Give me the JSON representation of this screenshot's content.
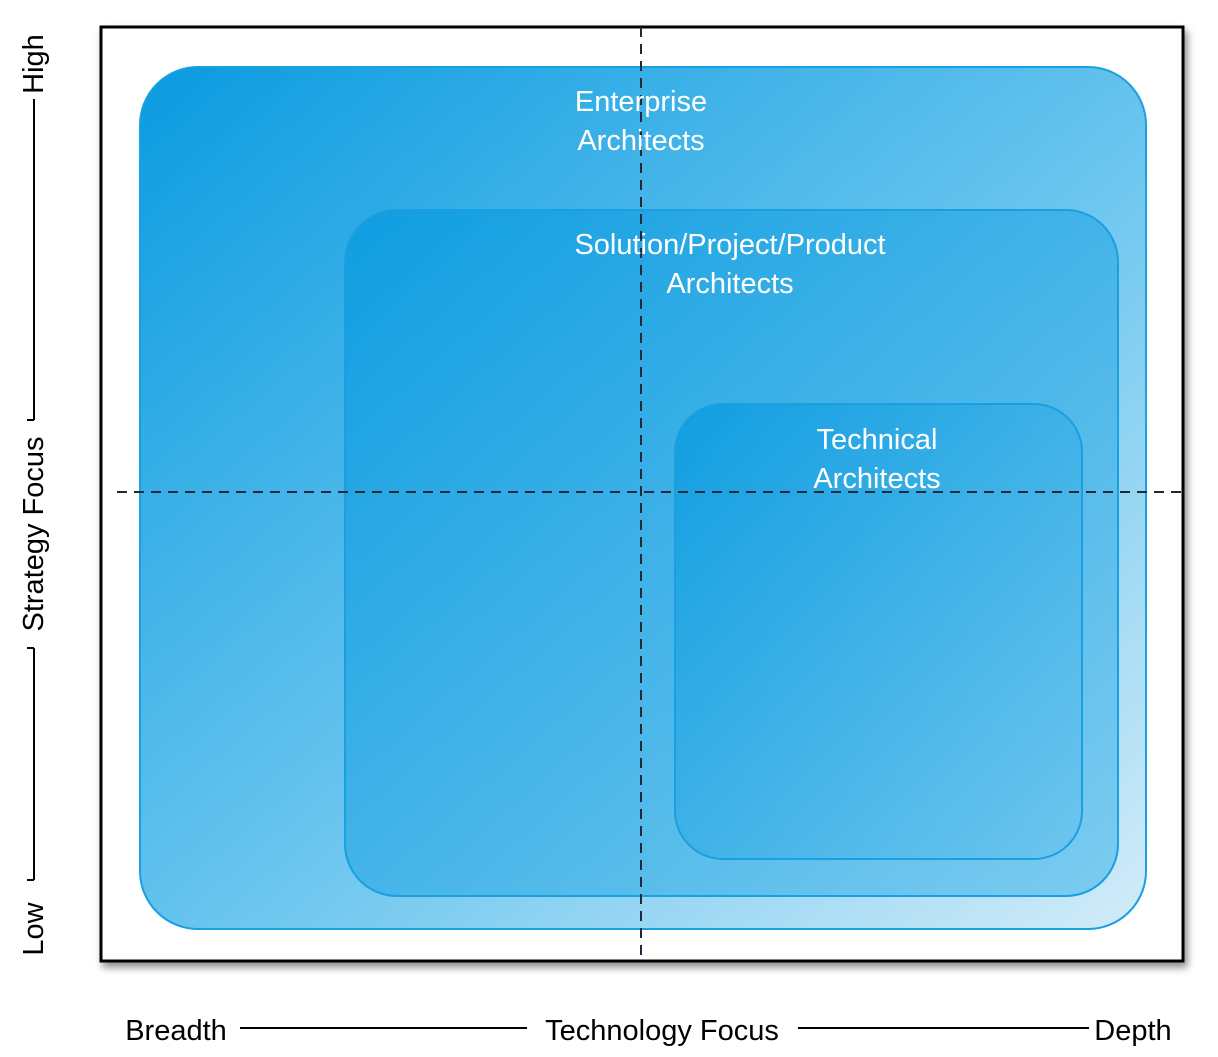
{
  "diagram": {
    "boxes": [
      {
        "id": "enterprise",
        "line1": "Enterprise",
        "line2": "Architects"
      },
      {
        "id": "solution",
        "line1": "Solution/Project/Product",
        "line2": "Architects"
      },
      {
        "id": "technical",
        "line1": "Technical",
        "line2": "Architects"
      }
    ],
    "y_axis": {
      "high": "High",
      "title": "Strategy Focus",
      "low": "Low"
    },
    "x_axis": {
      "left": "Breadth",
      "title": "Technology Focus",
      "right": "Depth"
    },
    "colors": {
      "box_fill_start": "#0a9be0",
      "box_fill_end": "#cfeaf8",
      "box_border": "#1a9fe0",
      "label_text": "#ffffff",
      "frame": "#000000"
    }
  }
}
